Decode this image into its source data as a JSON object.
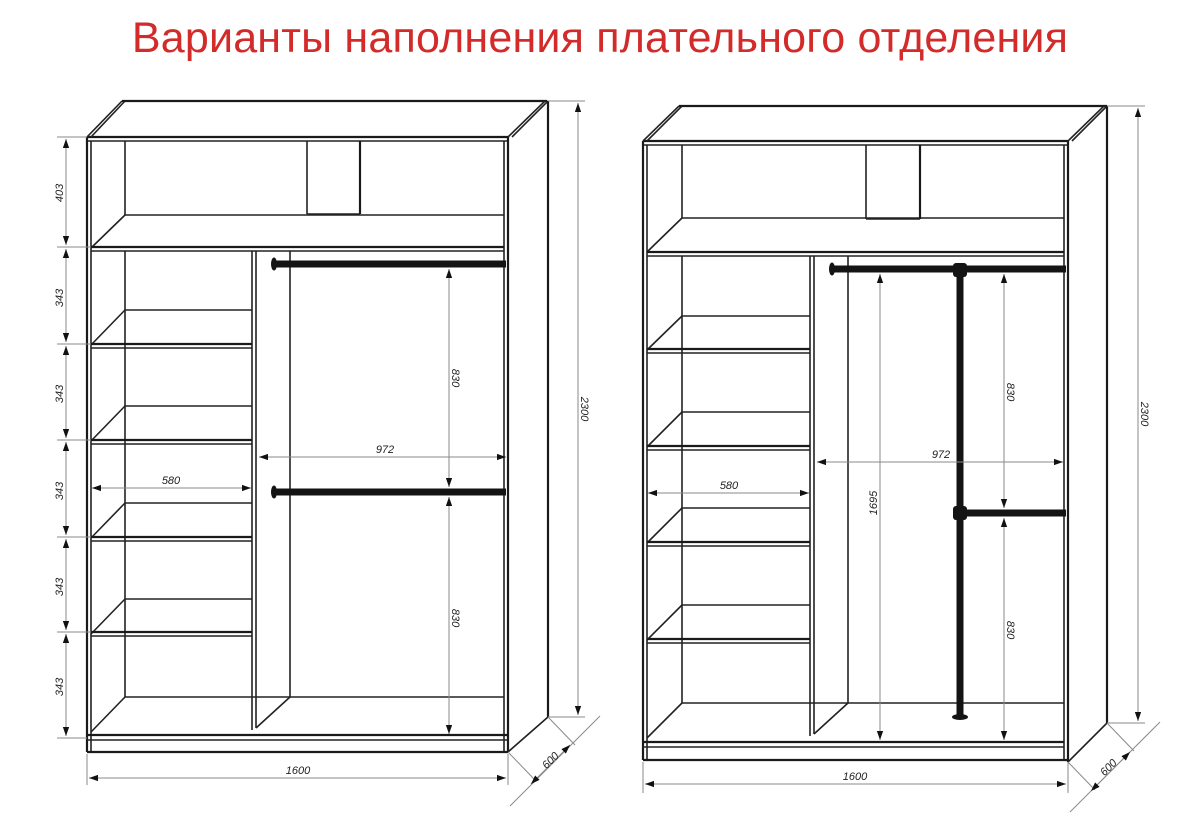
{
  "title": "Варианты наполнения плательного отделения",
  "colors": {
    "title": "#d32a2a",
    "lines": "#222222",
    "rods": "#141414",
    "dimension_lines": "#8a8a8a"
  },
  "wardrobes": [
    {
      "label": "variant-1",
      "dimensions": {
        "total_height": "2300",
        "total_width": "1600",
        "depth": "600",
        "top_section_height": "403",
        "shelf_heights": [
          "343",
          "343",
          "343",
          "343",
          "343"
        ],
        "shelf_width": "580",
        "hanging_width": "972",
        "upper_rod_clearance": "830",
        "lower_rod_clearance": "830"
      }
    },
    {
      "label": "variant-2",
      "dimensions": {
        "total_height": "2300",
        "total_width": "1600",
        "depth": "600",
        "shelf_width": "580",
        "hanging_width": "972",
        "long_hanging_height": "1695",
        "upper_rod_clearance": "830",
        "lower_rod_clearance": "830"
      }
    }
  ]
}
